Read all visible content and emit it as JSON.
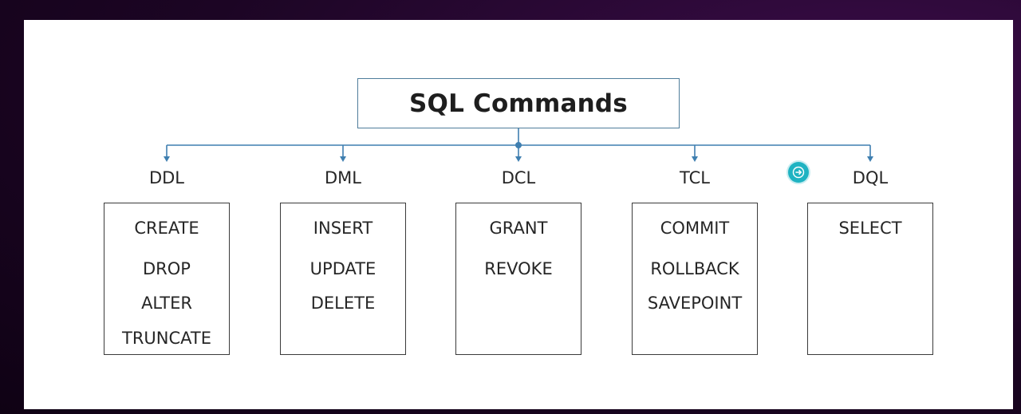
{
  "diagram": {
    "title": "SQL Commands",
    "categories": [
      {
        "label": "DDL",
        "commands": [
          "CREATE",
          "DROP",
          "ALTER",
          "TRUNCATE"
        ]
      },
      {
        "label": "DML",
        "commands": [
          "INSERT",
          "UPDATE",
          "DELETE"
        ]
      },
      {
        "label": "DCL",
        "commands": [
          "GRANT",
          "REVOKE"
        ]
      },
      {
        "label": "TCL",
        "commands": [
          "COMMIT",
          "ROLLBACK",
          "SAVEPOINT"
        ]
      },
      {
        "label": "DQL",
        "commands": [
          "SELECT"
        ]
      }
    ]
  },
  "colors": {
    "connector": "#3f7fb0",
    "title_border": "#4f7d9b",
    "box_border": "#3a3a3a",
    "cursor": "#1fb3c2"
  },
  "cursor_icon": "arrow-right-circle-icon"
}
